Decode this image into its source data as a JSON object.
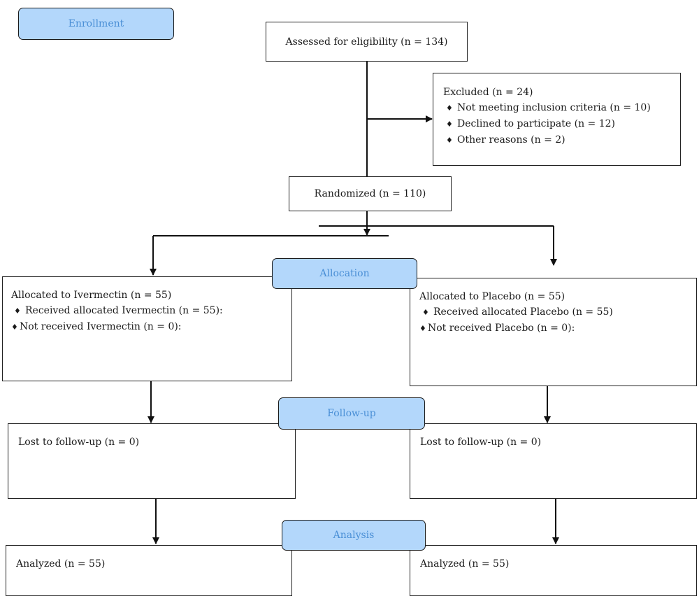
{
  "stages": {
    "enrollment": "Enrollment",
    "allocation": "Allocation",
    "follow_up": "Follow-up",
    "analysis": "Analysis"
  },
  "assessed": "Assessed for eligibility (n = 134)",
  "excluded": {
    "title": "Excluded (n = 24)",
    "bullet": "♦",
    "items": [
      "Not meeting inclusion criteria (n = 10)",
      "Declined to participate (n = 12)",
      "Other reasons (n = 2)"
    ]
  },
  "randomized": "Randomized (n = 110)",
  "arms": {
    "ivermectin": {
      "allocated": "Allocated to Ivermectin (n = 55)",
      "received": "Received allocated Ivermectin (n = 55):",
      "not_received": "Not received Ivermectin (n = 0):",
      "lost": "Lost to follow-up (n = 0)",
      "analyzed": "Analyzed (n = 55)"
    },
    "placebo": {
      "allocated": "Allocated to Placebo (n = 55)",
      "received": "Received allocated Placebo (n = 55)",
      "not_received": "Not received Placebo (n = 0):",
      "lost": "Lost to follow-up (n = 0)",
      "analyzed": "Analyzed (n = 55)"
    }
  }
}
